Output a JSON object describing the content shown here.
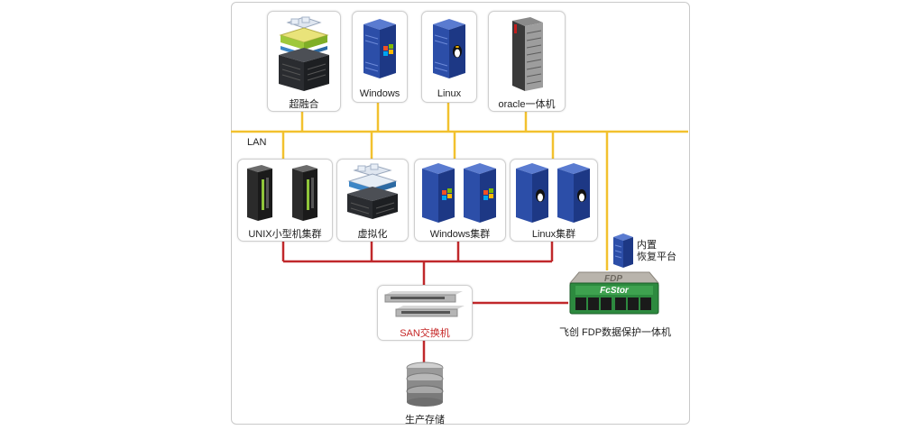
{
  "lan_label": "LAN",
  "top_nodes": [
    {
      "label": "超融合",
      "icon": "hyperconverged-stack-icon"
    },
    {
      "label": "Windows",
      "icon": "windows-server-icon"
    },
    {
      "label": "Linux",
      "icon": "linux-server-icon"
    },
    {
      "label": "oracle一体机",
      "icon": "oracle-rack-icon"
    }
  ],
  "middle_nodes": [
    {
      "label": "UNIX小型机集群",
      "icon": "unix-cluster-icon"
    },
    {
      "label": "虚拟化",
      "icon": "virtualization-stack-icon"
    },
    {
      "label": "Windows集群",
      "icon": "windows-cluster-icon"
    },
    {
      "label": "Linux集群",
      "icon": "linux-cluster-icon"
    }
  ],
  "recovery_platform_label": "内置\n恢复平台",
  "fdp_device": {
    "label": "飞创 FDP数据保护一体机",
    "top_text": "FDP",
    "front_text": "FcStor"
  },
  "san_switch_label": "SAN交换机",
  "storage_label": "生产存储",
  "colors": {
    "lan_line": "#f2c12e",
    "san_line": "#c0282b",
    "accent_red": "#c62828"
  }
}
